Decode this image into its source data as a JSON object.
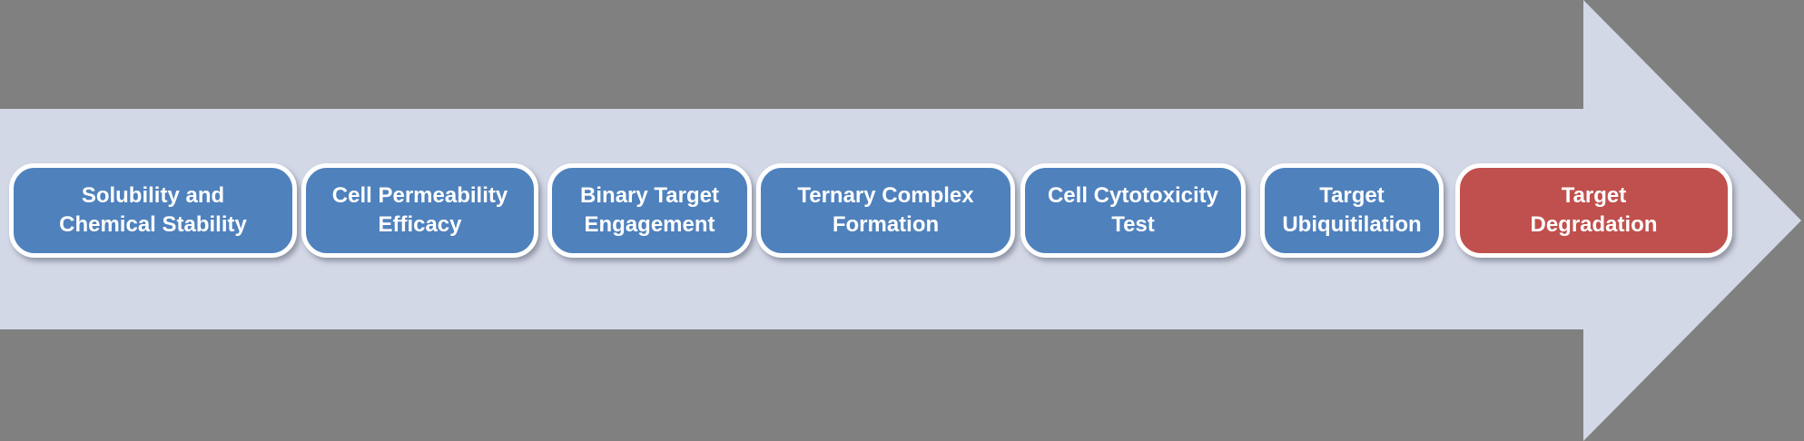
{
  "colors": {
    "background": "#808080",
    "arrow_fill": "#d3d8e7",
    "stage_blue": "#4f81bd",
    "stage_red": "#c0504d",
    "stage_border": "#ffffff",
    "stage_text": "#ffffff"
  },
  "stages": [
    {
      "label": "Solubility and\nChemical Stability",
      "color": "#4f81bd"
    },
    {
      "label": "Cell Permeability\nEfficacy",
      "color": "#4f81bd"
    },
    {
      "label": "Binary Target\nEngagement",
      "color": "#4f81bd"
    },
    {
      "label": "Ternary Complex\nFormation",
      "color": "#4f81bd"
    },
    {
      "label": "Cell Cytotoxicity\nTest",
      "color": "#4f81bd"
    },
    {
      "label": "Target\nUbiquitilation",
      "color": "#4f81bd"
    },
    {
      "label": "Target\nDegradation",
      "color": "#c0504d"
    }
  ]
}
